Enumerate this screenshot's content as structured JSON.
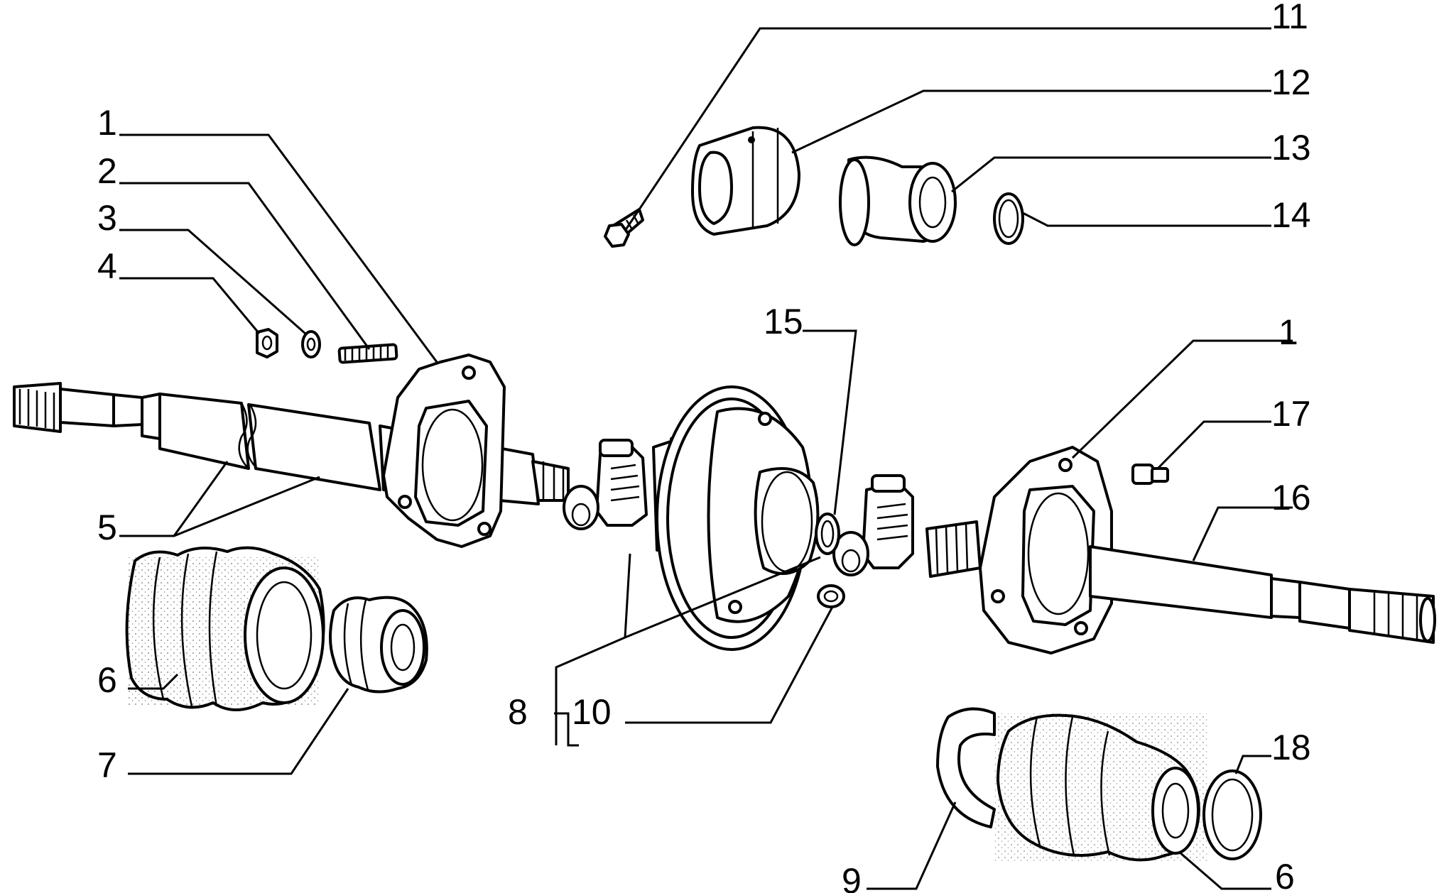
{
  "callouts": {
    "c1a": "1",
    "c2": "2",
    "c3": "3",
    "c4": "4",
    "c5": "5",
    "c6a": "6",
    "c7": "7",
    "c8": "8",
    "c9": "9",
    "c10": "10",
    "c11": "11",
    "c12": "12",
    "c13": "13",
    "c14": "14",
    "c15": "15",
    "c1b": "1",
    "c16": "16",
    "c17": "17",
    "c18": "18",
    "c6b": "6"
  },
  "colors": {
    "ink": "#000000",
    "paper": "#ffffff"
  }
}
